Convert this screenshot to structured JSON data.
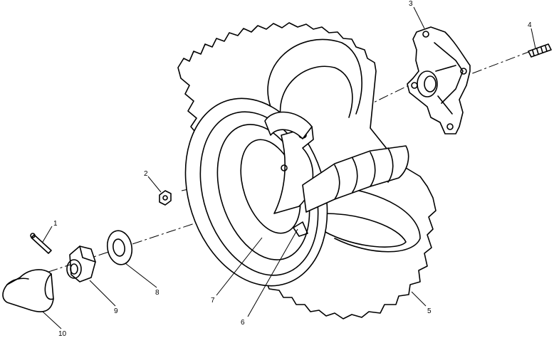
{
  "diagram": {
    "callouts": [
      {
        "id": 1,
        "label": "1",
        "part": "cotter-pin"
      },
      {
        "id": 2,
        "label": "2",
        "part": "lug-nut"
      },
      {
        "id": 3,
        "label": "3",
        "part": "wheel-hub"
      },
      {
        "id": 4,
        "label": "4",
        "part": "hub-bolt"
      },
      {
        "id": 5,
        "label": "5",
        "part": "tire"
      },
      {
        "id": 6,
        "label": "6",
        "part": "valve-stem"
      },
      {
        "id": 7,
        "label": "7",
        "part": "wheel-rim"
      },
      {
        "id": 8,
        "label": "8",
        "part": "washer"
      },
      {
        "id": 9,
        "label": "9",
        "part": "castle-nut"
      },
      {
        "id": 10,
        "label": "10",
        "part": "hub-cap"
      }
    ],
    "colors": {
      "line": "#000000",
      "background": "#ffffff"
    }
  }
}
